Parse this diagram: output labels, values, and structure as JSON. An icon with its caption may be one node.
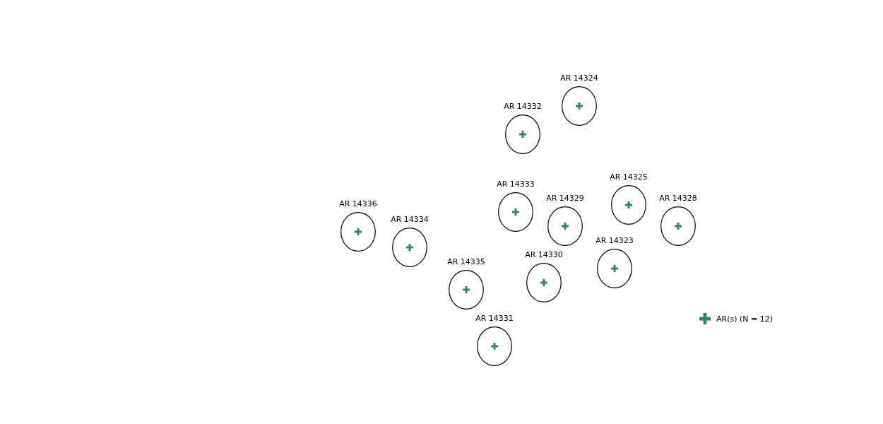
{
  "diagram": {
    "nodes": [
      {
        "text": [
          "AR 14324"
        ]
      },
      {
        "text": [
          "AR 14332"
        ]
      },
      {
        "text": [
          "AR 14336"
        ]
      },
      {
        "text": [
          "AR 14334"
        ]
      },
      {
        "text": [
          "AR 14333"
        ]
      },
      {
        "text": [
          "AR 14325"
        ]
      },
      {
        "text": [
          "AR 14329"
        ]
      },
      {
        "text": [
          "AR 14328"
        ]
      },
      {
        "text": [
          "AR 14330"
        ]
      },
      {
        "text": [
          "AR 14323"
        ]
      },
      {
        "text": [
          "AR 14335"
        ]
      },
      {
        "text": [
          "AR 14331"
        ]
      }
    ],
    "legend": [
      {
        "text": "AR(s) (N = 12)"
      }
    ]
  }
}
